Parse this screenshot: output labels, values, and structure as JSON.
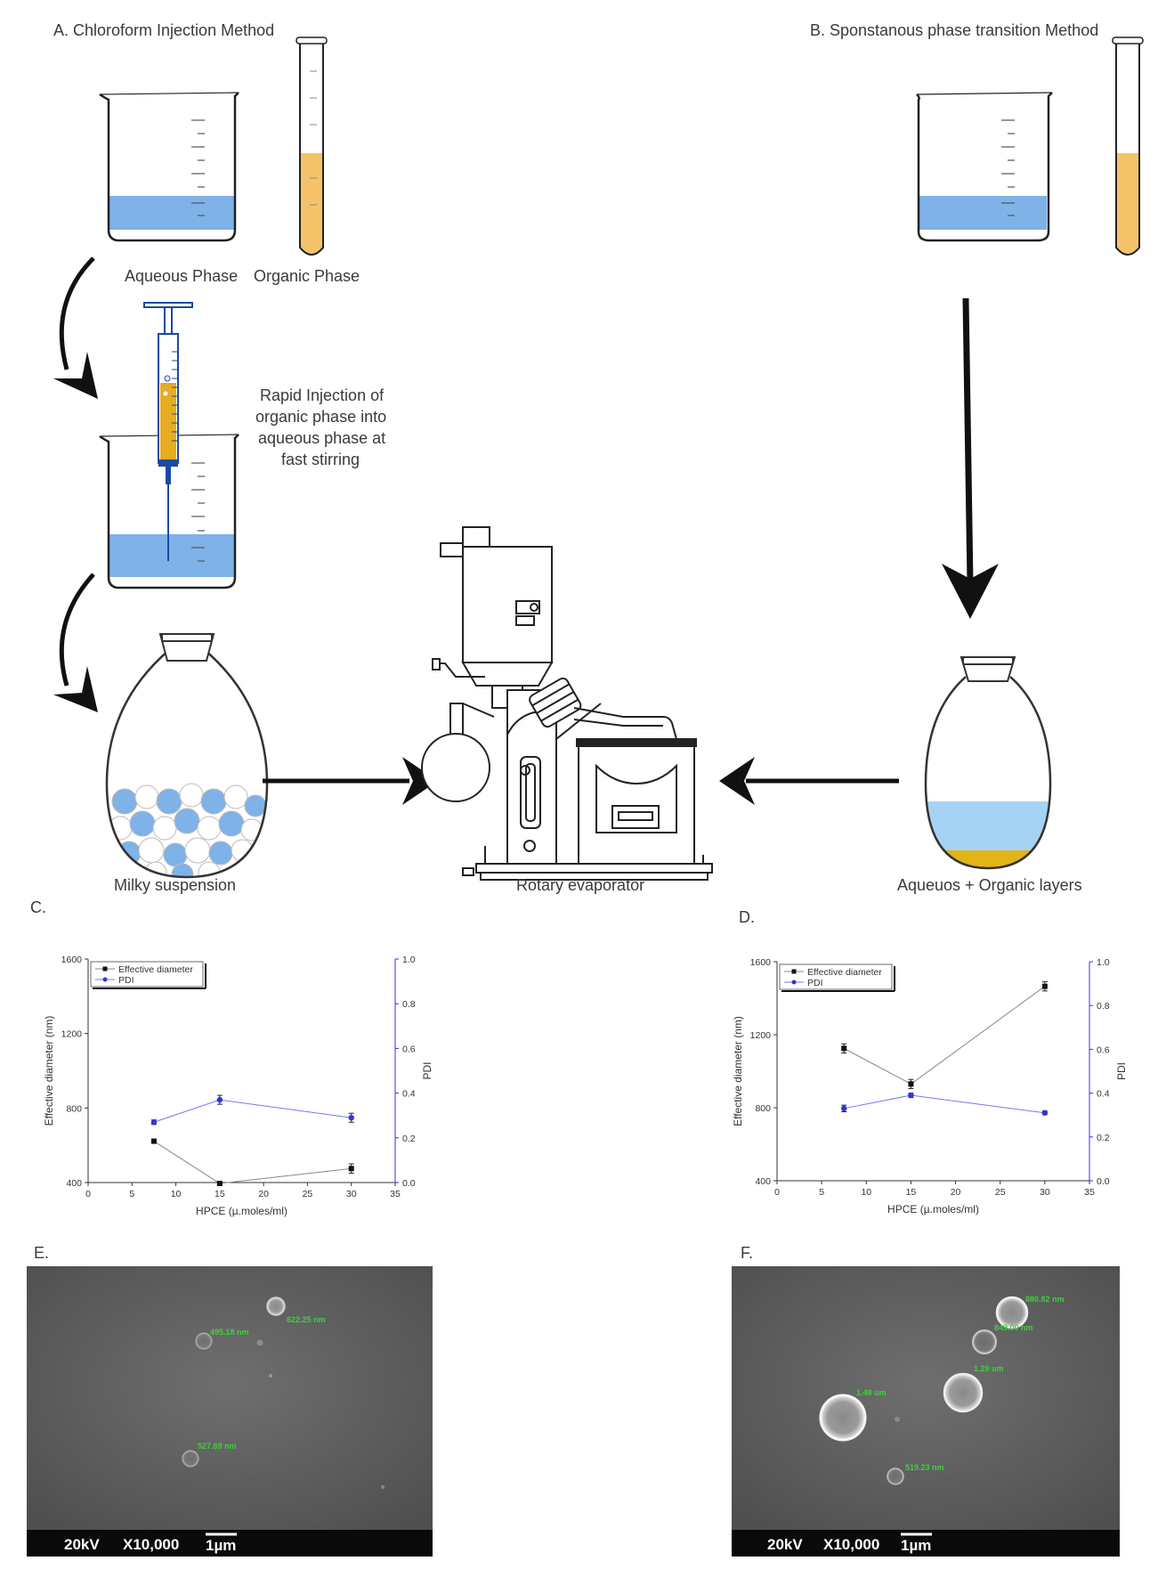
{
  "panelA": {
    "title": "A. Chloroform Injection Method",
    "aqueous": "Aqueous Phase",
    "organic": "Organic Phase",
    "injection": [
      "Rapid Injection of",
      "organic phase into",
      "aqueous phase at",
      "fast stirring"
    ],
    "milky": "Milky suspension"
  },
  "panelB": {
    "title": "B. Sponstanous phase transition Method",
    "layers": "Aqueuos + Organic layers"
  },
  "center": {
    "rotary": "Rotary evaporator"
  },
  "colors": {
    "aqueous": "#7fb2e8",
    "organic": "#f5c36a",
    "layer_blue": "#a6d3f3",
    "layer_yellow": "#e3b418",
    "pdi": "#3333dd",
    "sem_label": "#3bd23b"
  },
  "chart_data": [
    {
      "panel": "C.",
      "type": "line",
      "xlabel": "HPCE (µ.moles/ml)",
      "ylabel": "Effective diameter (nm)",
      "y2label": "PDI",
      "xlim": [
        0,
        35
      ],
      "ylim": [
        400,
        1600
      ],
      "y2lim": [
        0,
        1.0
      ],
      "xticks": [
        0,
        5,
        10,
        15,
        20,
        25,
        30,
        35
      ],
      "yticks": [
        400,
        800,
        1200,
        1600
      ],
      "y2ticks": [
        0.0,
        0.2,
        0.4,
        0.6,
        0.8,
        1.0
      ],
      "legend": [
        "Effective diameter",
        "PDI"
      ],
      "legend_position": "top-left",
      "series": [
        {
          "name": "Effective diameter",
          "axis": "left",
          "x": [
            7.5,
            15,
            30
          ],
          "y": [
            622,
            395,
            475
          ],
          "err": [
            8,
            6,
            25
          ]
        },
        {
          "name": "PDI",
          "axis": "right",
          "x": [
            7.5,
            15,
            30
          ],
          "y": [
            0.27,
            0.37,
            0.29
          ],
          "err": [
            0.01,
            0.02,
            0.02
          ]
        }
      ]
    },
    {
      "panel": "D.",
      "type": "line",
      "xlabel": "HPCE (µ.moles/ml)",
      "ylabel": "Effective diameter (nm)",
      "y2label": "PDI",
      "xlim": [
        0,
        35
      ],
      "ylim": [
        400,
        1600
      ],
      "y2lim": [
        0,
        1.0
      ],
      "xticks": [
        0,
        5,
        10,
        15,
        20,
        25,
        30,
        35
      ],
      "yticks": [
        400,
        800,
        1200,
        1600
      ],
      "y2ticks": [
        0.0,
        0.2,
        0.4,
        0.6,
        0.8,
        1.0
      ],
      "legend": [
        "Effective diameter",
        "PDI"
      ],
      "legend_position": "top-left",
      "series": [
        {
          "name": "Effective diameter",
          "axis": "left",
          "x": [
            7.5,
            15,
            30
          ],
          "y": [
            1125,
            930,
            1465
          ],
          "err": [
            25,
            25,
            25
          ]
        },
        {
          "name": "PDI",
          "axis": "right",
          "x": [
            7.5,
            15,
            30
          ],
          "y": [
            0.33,
            0.39,
            0.31
          ],
          "err": [
            0.015,
            0.01,
            0.008
          ]
        }
      ]
    }
  ],
  "semE": {
    "panel": "E.",
    "labels": [
      "622.25 nm",
      "495.18 nm",
      "527.69 nm"
    ],
    "bar": {
      "kv": "20kV",
      "mag": "X10,000",
      "scale": "1µm"
    }
  },
  "semF": {
    "panel": "F.",
    "labels": [
      "880.82 nm",
      "849.00 nm",
      "1.29 um",
      "1.48 um",
      "519.23 nm"
    ],
    "bar": {
      "kv": "20kV",
      "mag": "X10,000",
      "scale": "1µm"
    }
  }
}
